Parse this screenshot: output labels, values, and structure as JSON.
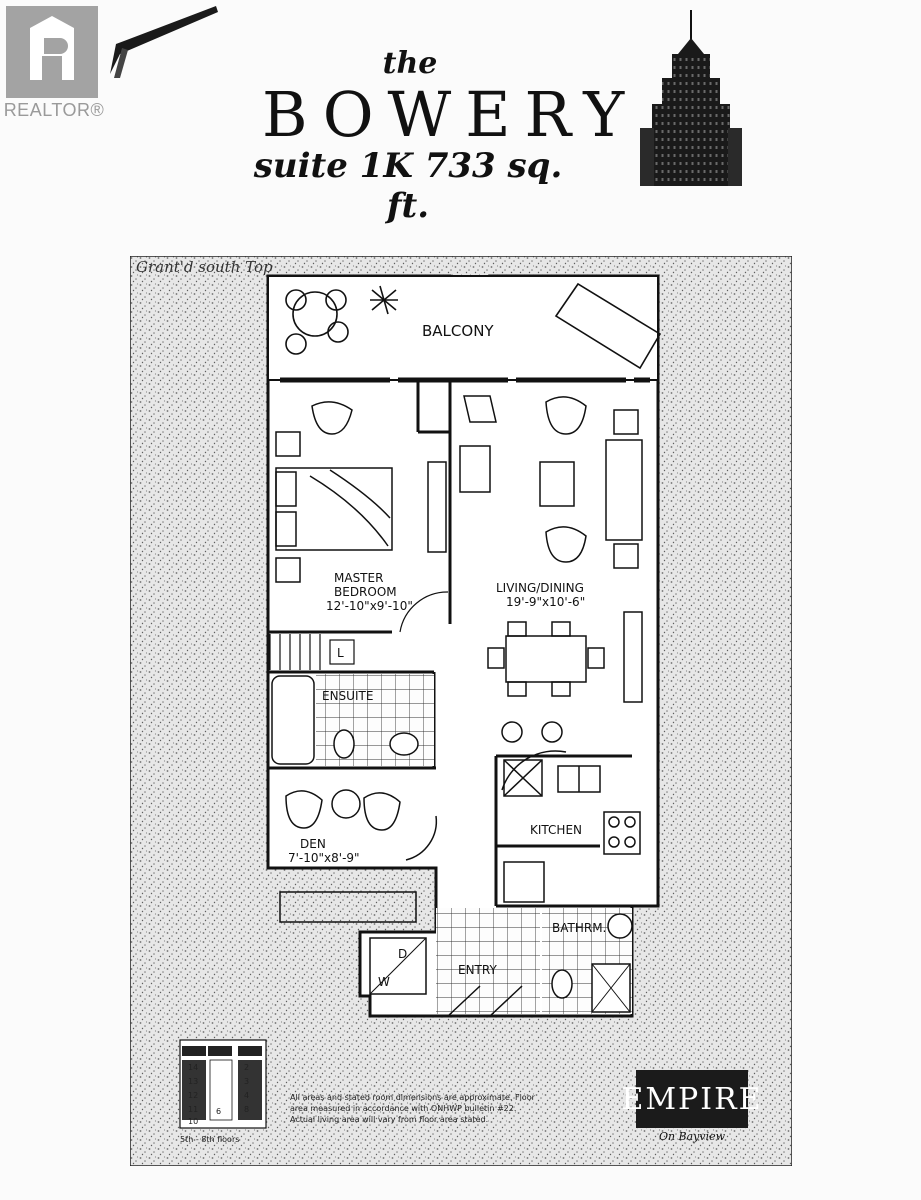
{
  "header": {
    "logo_label": "REALTOR®",
    "title_small": "the",
    "title_main": "BOWERY",
    "suite_line": "suite 1K 733 sq. ft."
  },
  "plan": {
    "handwritten_note": "Grant'd south Top",
    "rooms": {
      "balcony": "BALCONY",
      "master_name": "MASTER",
      "master_name2": "BEDROOM",
      "master_dims": "12'-10\"x9'-10\"",
      "living_name": "LIVING/DINING",
      "living_dims": "19'-9\"x10'-6\"",
      "ensuite": "ENSUITE",
      "linen": "L",
      "kitchen": "KITCHEN",
      "den_name": "DEN",
      "den_dims": "7'-10\"x8'-9\"",
      "bathroom": "BATHRM.",
      "entry": "ENTRY",
      "washer": "W",
      "dryer": "D"
    },
    "keyplan": {
      "caption": "5th - 8th floors",
      "units": [
        "15",
        "14",
        "16",
        "1",
        "2",
        "3",
        "13",
        "12",
        "4",
        "11",
        "10",
        "8",
        "6"
      ]
    },
    "disclaimer": [
      "All areas and stated room dimensions are approximate. Floor",
      "area measured in accordance with ONHWP bulletin #22.",
      "Actual living area will vary from floor area stated."
    ]
  },
  "brand": {
    "logo_text": "EMPIRE",
    "tagline": "On Bayview"
  },
  "colors": {
    "ink": "#111111",
    "stipple": "#8c8c8c",
    "paper": "#fbfbfb"
  }
}
